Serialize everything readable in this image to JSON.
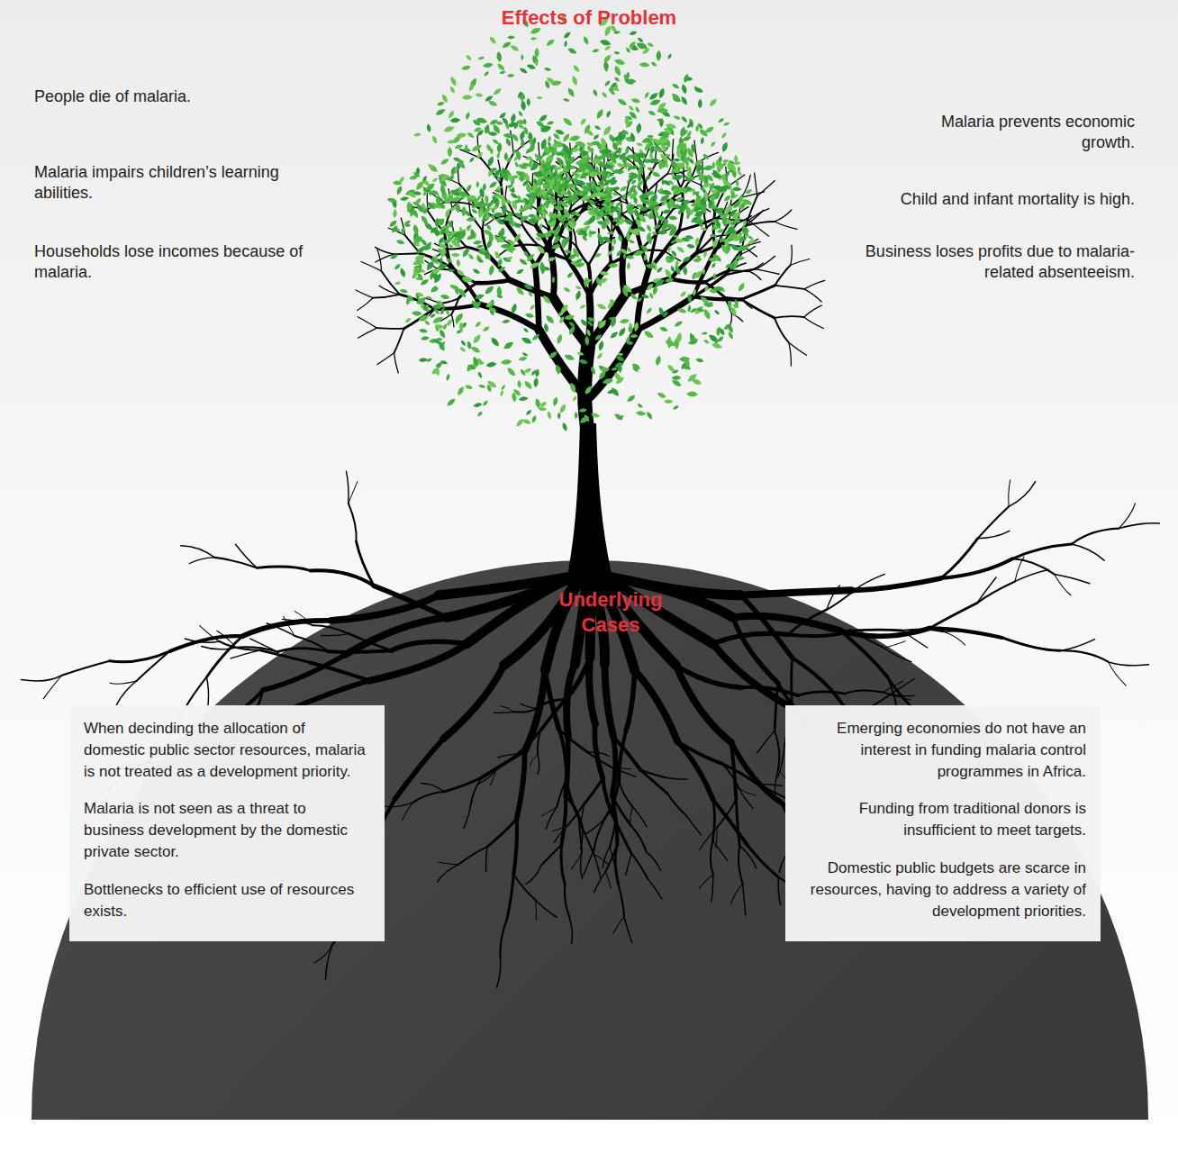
{
  "diagram": {
    "nodes": [
      {
        "text": [
          "When decinding the allocation of domestic public sector resources, malaria is not treated as a development priority.",
          "Malaria is not seen as a threat to business development by the domestic private sector.",
          "Bottlenecks to efficient use of resources exists."
        ]
      },
      {
        "text": [
          "Emerging economies do not have an interest in funding malaria control programmes in Africa.",
          "Funding from traditional donors is insufficient to meet targets.",
          "Domestic public budgets are scarce in resources, having to address a variety of development priorities."
        ]
      }
    ],
    "labels": [
      "Effects of Problem",
      "Underlying Cases",
      "People die of malaria.",
      "Malaria impairs children’s learning abilities.",
      "Households lose incomes because of malaria.",
      "Malaria prevents economic growth.",
      "Child and infant mortality is high.",
      "Business loses profits due to malaria-related absenteeism."
    ]
  }
}
